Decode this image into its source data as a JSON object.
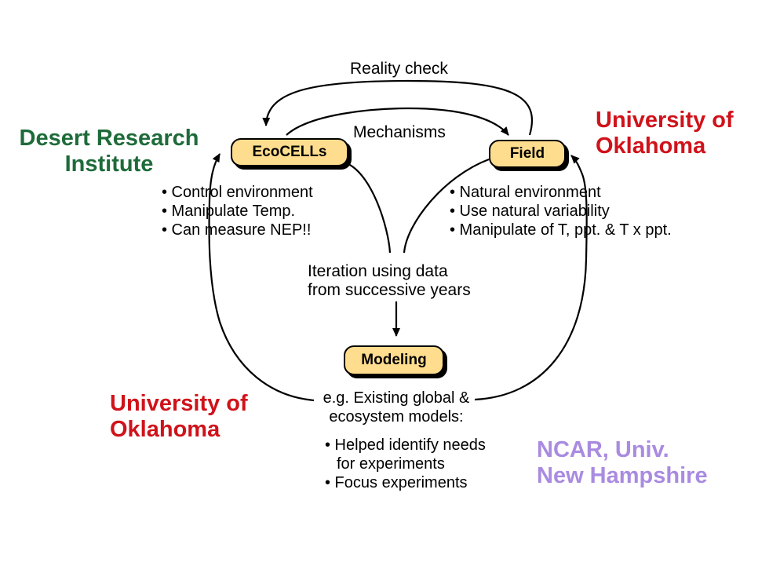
{
  "colors": {
    "box_fill": "#FFDD8E",
    "green": "#1E6B3A",
    "red": "#D0121A",
    "purple": "#A98BE0"
  },
  "labels": {
    "reality_check": "Reality check",
    "mechanisms": "Mechanisms",
    "iteration": [
      "Iteration using data",
      "from successive years"
    ]
  },
  "boxes": {
    "ecocells": "EcoCELLs",
    "field": "Field",
    "modeling": "Modeling"
  },
  "ecocells_bullets": [
    "• Control environment",
    "• Manipulate Temp.",
    "• Can measure NEP!!"
  ],
  "field_bullets": [
    "• Natural environment",
    "• Use natural variability",
    "• Manipulate of T, ppt. & T x ppt."
  ],
  "modeling_text": {
    "lines": [
      "e.g. Existing global &",
      "ecosystem models:"
    ],
    "bullets": [
      "• Helped identify needs",
      "for experiments",
      "• Focus experiments"
    ]
  },
  "orgs": {
    "dri": [
      "Desert Research",
      "Institute"
    ],
    "ou_right": [
      "University of",
      "Oklahoma"
    ],
    "ou_left": [
      "University of",
      "Oklahoma"
    ],
    "ncar": [
      "NCAR, Univ.",
      "New Hampshire"
    ]
  }
}
